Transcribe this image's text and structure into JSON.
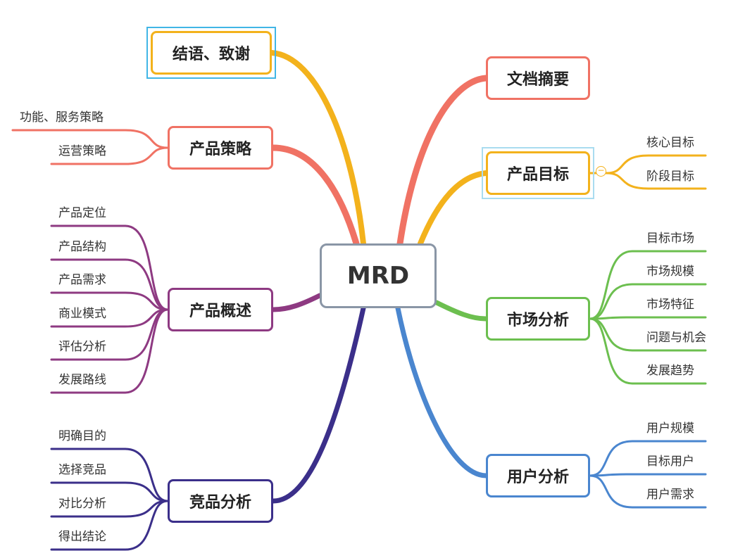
{
  "center": {
    "label": "MRD"
  },
  "topics": {
    "summary": {
      "label": "文档摘要",
      "color": "#f07264",
      "leaves": []
    },
    "goals": {
      "label": "产品目标",
      "color": "#f3b21c",
      "leaves": [
        "核心目标",
        "阶段目标"
      ]
    },
    "market": {
      "label": "市场分析",
      "color": "#6cbf4f",
      "leaves": [
        "目标市场",
        "市场规模",
        "市场特征",
        "问题与机会",
        "发展趋势"
      ]
    },
    "users": {
      "label": "用户分析",
      "color": "#4a86cf",
      "leaves": [
        "用户规模",
        "目标用户",
        "用户需求"
      ]
    },
    "competition": {
      "label": "竞品分析",
      "color": "#3b2f8a",
      "leaves": [
        "明确目的",
        "选择竞品",
        "对比分析",
        "得出结论"
      ]
    },
    "overview": {
      "label": "产品概述",
      "color": "#8e3a82",
      "leaves": [
        "产品定位",
        "产品结构",
        "产品需求",
        "商业模式",
        "评估分析",
        "发展路线"
      ]
    },
    "strategy": {
      "label": "产品策略",
      "color": "#f07264",
      "leaves": [
        "功能、服务策略",
        "运营策略"
      ]
    },
    "conclusion": {
      "label": "结语、致谢",
      "color": "#f3b21c",
      "leaves": []
    }
  },
  "colors": {
    "center_border": "#8a96a6",
    "selection": "#41b6e6"
  },
  "icons": {
    "goals_toggle": "collapse-minus-icon"
  },
  "icon_glyphs": {
    "goals_toggle": "−"
  }
}
